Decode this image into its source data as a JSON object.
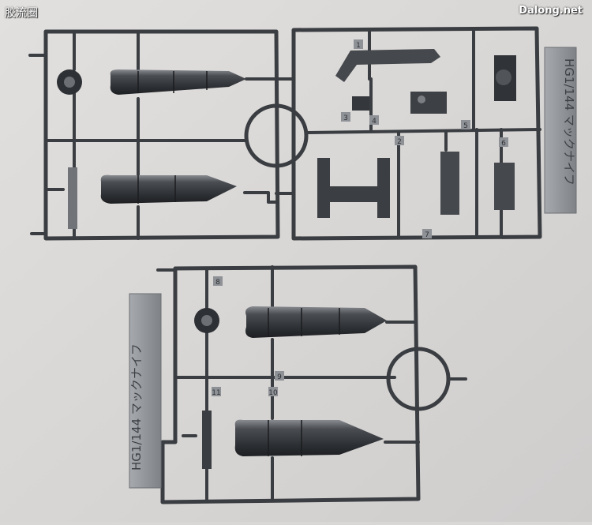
{
  "watermark_left": "胶流圈",
  "watermark_right": "Dalong.net",
  "tag_top": "HG1/144 マックナイフ",
  "tag_bottom": "HG1/144 マックナイフ",
  "gate_numbers": [
    "1",
    "2",
    "3",
    "4",
    "5",
    "6",
    "7",
    "8",
    "9",
    "10",
    "11"
  ],
  "colors": {
    "background": "#d9d7d6",
    "plastic": "#3c3f43",
    "plastic_highlight": "#7a7e84",
    "tag": "#8f9296"
  }
}
